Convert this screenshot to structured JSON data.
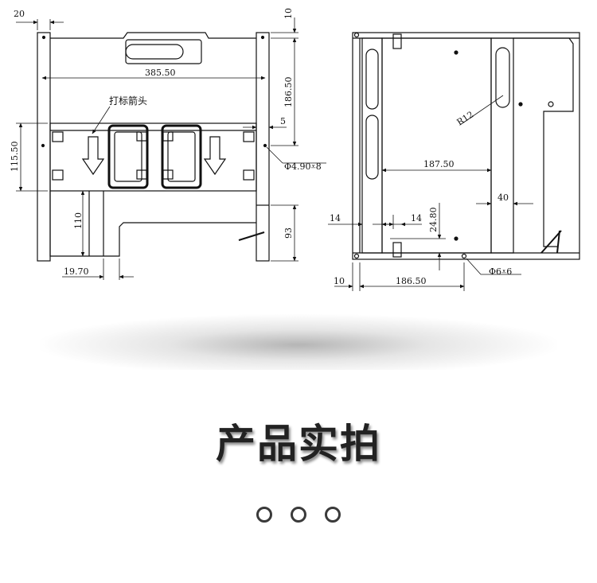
{
  "front_view": {
    "dim_top_left": "20",
    "dim_width": "385.50",
    "dim_height_left": "115.50",
    "dim_lower_height": "110",
    "dim_bottom_left": "19.70",
    "dim_top_right": "10",
    "dim_right_upper": "186.50",
    "dim_right_offset": "5",
    "dim_hole": "Φ4.90⩡8",
    "dim_right_lower": "93",
    "arrow_note": "打标箭头"
  },
  "side_view": {
    "dim_radius": "R12",
    "dim_inner_width": "187.50",
    "dim_right_40": "40",
    "dim_left_14": "14",
    "dim_mid_14": "14",
    "dim_vertical": "24.80",
    "dim_hole": "Φ6⩡6",
    "dim_bottom_10": "10",
    "dim_bottom_width": "186.50"
  },
  "section": {
    "title": "产品实拍"
  },
  "pager": {
    "dot_count": 3
  }
}
